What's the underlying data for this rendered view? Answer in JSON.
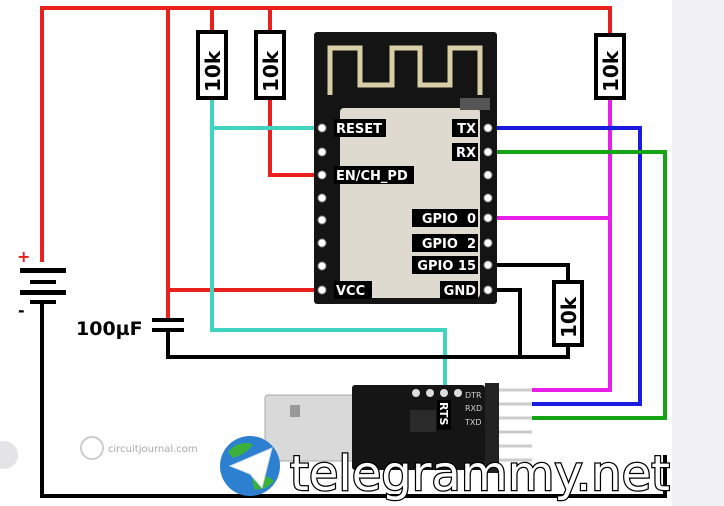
{
  "diagram": {
    "esp_pins_left": [
      "RESET",
      "EN/CH_PD",
      "VCC"
    ],
    "esp_pins_right": [
      "TX",
      "RX",
      "GPIO  0",
      "GPIO  2",
      "GPIO 15",
      "GND"
    ],
    "resistors": [
      "10k",
      "10k",
      "10k",
      "10k"
    ],
    "capacitor": "100µF",
    "battery_plus": "+",
    "battery_minus": "-",
    "adapter_pins": [
      "DTR",
      "RXD",
      "TXD"
    ],
    "adapter_rts": "RTS",
    "credit": "circuitjournal.com",
    "watermark": "telegrammy.net",
    "wire_colors": {
      "power": "#e8201e",
      "reset": "#3fd3c0",
      "gpio0": "#e81ee8",
      "tx": "#1a1ae0",
      "rx": "#14a514",
      "ground": "#000000"
    }
  }
}
